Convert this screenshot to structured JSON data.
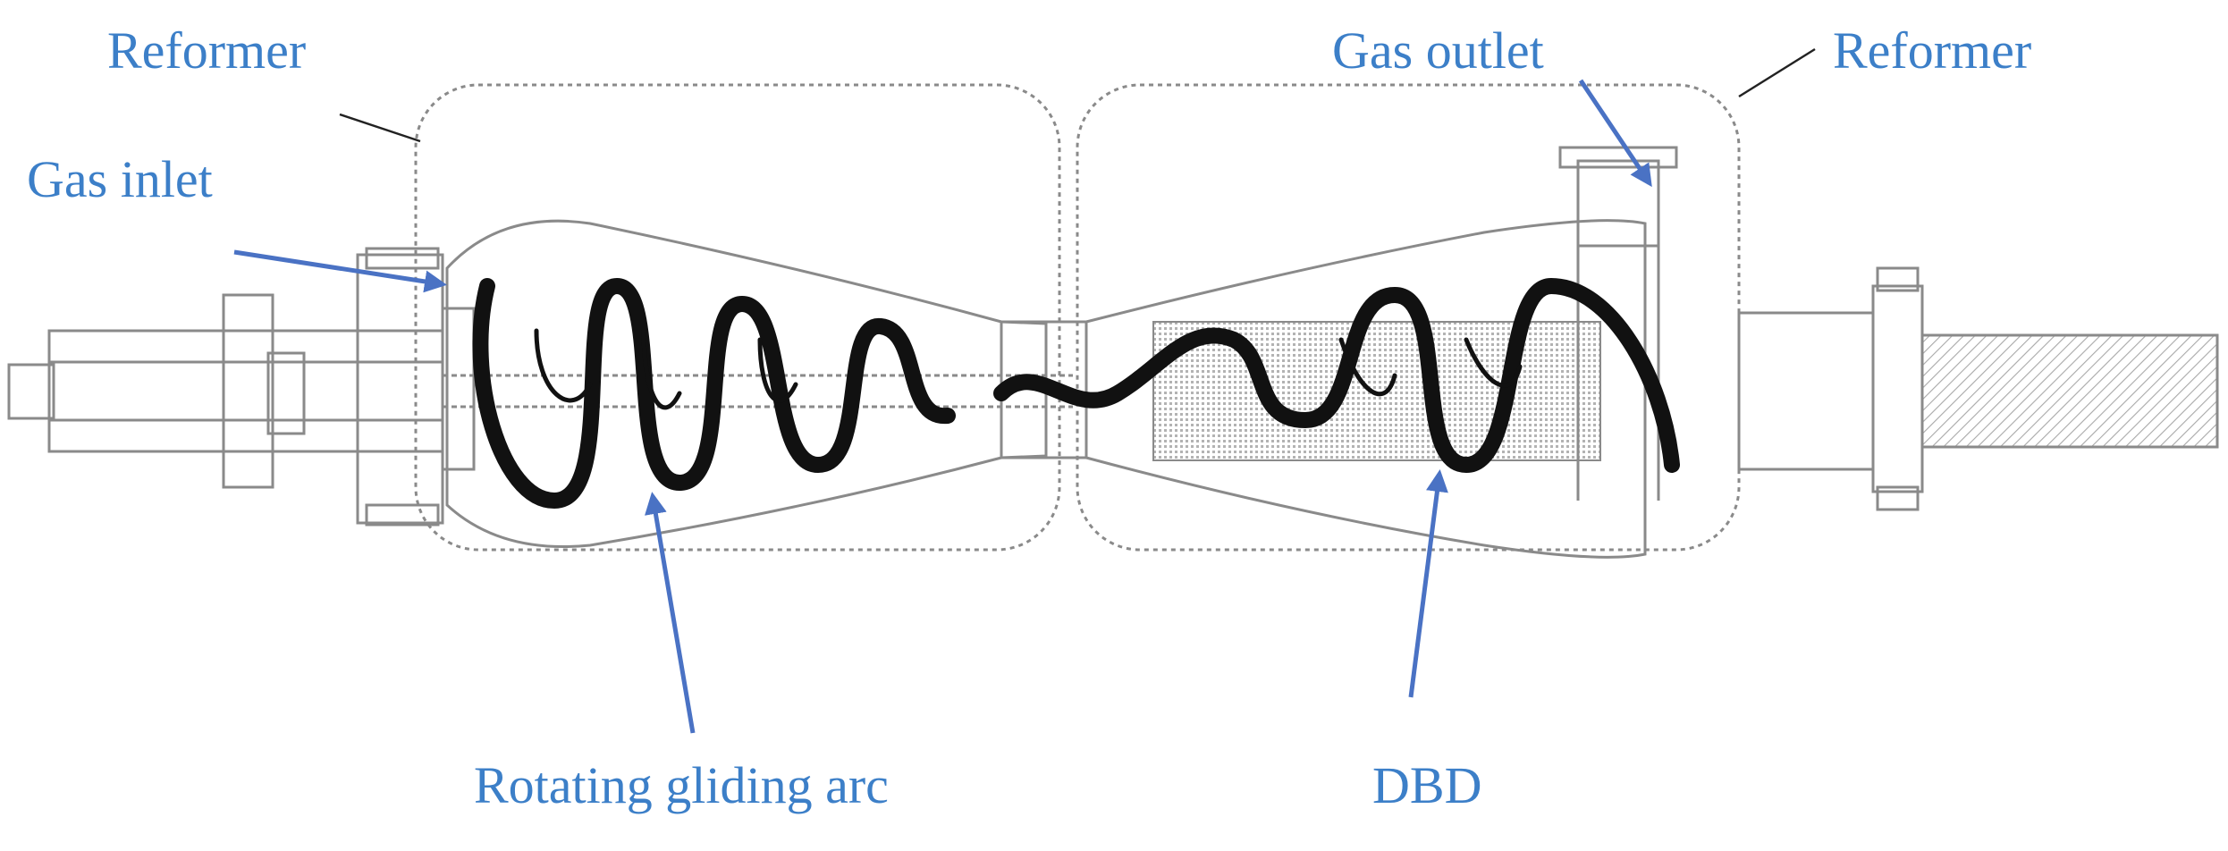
{
  "colors": {
    "label": "#3c7fc8",
    "arrow": "#4a72c4",
    "outline": "#8a8a8a",
    "hatch": "#a8a8a8",
    "spiral": "#111111",
    "leader": "#222222"
  },
  "labels": {
    "reformer_left": "Reformer",
    "reformer_right": "Reformer",
    "gas_outlet": "Gas outlet",
    "gas_inlet": "Gas inlet",
    "rotating_gliding_arc": "Rotating gliding arc",
    "dbd": "DBD"
  },
  "icons": {
    "arrow": "arrow-icon",
    "spiral": "spiral-arc-icon"
  }
}
